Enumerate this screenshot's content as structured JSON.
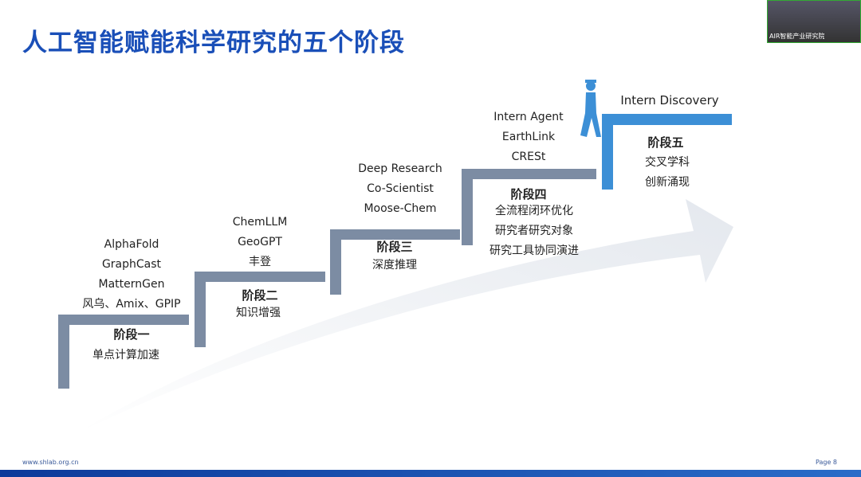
{
  "title": "人工智能赋能科学研究的五个阶段",
  "camera_label": "AIR智能产业研究院",
  "stages": [
    {
      "examples": [
        "AlphaFold",
        "GraphCast",
        "MatternGen",
        "风乌、Amix、GPIP"
      ],
      "name": "阶段一",
      "desc": [
        "单点计算加速"
      ]
    },
    {
      "examples": [
        "ChemLLM",
        "GeoGPT",
        "丰登"
      ],
      "name": "阶段二",
      "desc": [
        "知识增强"
      ]
    },
    {
      "examples": [
        "Deep Research",
        "Co-Scientist",
        "Moose-Chem"
      ],
      "name": "阶段三",
      "desc": [
        "深度推理"
      ]
    },
    {
      "examples": [
        "Intern Agent",
        "EarthLink",
        "CRESt"
      ],
      "name": "阶段四",
      "desc": [
        "全流程闭环优化",
        "研究者研究对象",
        "研究工具协同演进"
      ]
    },
    {
      "examples": [
        "Intern Discovery"
      ],
      "name": "阶段五",
      "desc": [
        "交叉学科",
        "创新涌现"
      ]
    }
  ],
  "footer": {
    "url": "www.shlab.org.cn",
    "page": "Page 8"
  },
  "colors": {
    "title": "#1a4fb8",
    "step": "#7c8ca3",
    "final_step": "#3c8fd6"
  }
}
